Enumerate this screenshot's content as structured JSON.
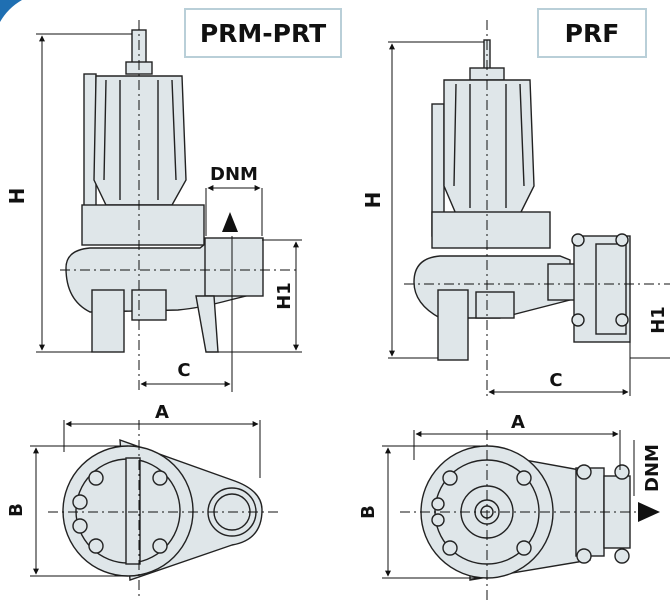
{
  "titles": {
    "left": "PRM-PRT",
    "right": "PRF"
  },
  "dims": {
    "h": "H",
    "h1": "H1",
    "dnm": "DNM",
    "c": "C",
    "a": "A",
    "b": "B"
  },
  "colors": {
    "body": "#dfe6e9",
    "outline": "#222222",
    "accent": "#1f6fb2",
    "frame": "#b9cfd8"
  }
}
